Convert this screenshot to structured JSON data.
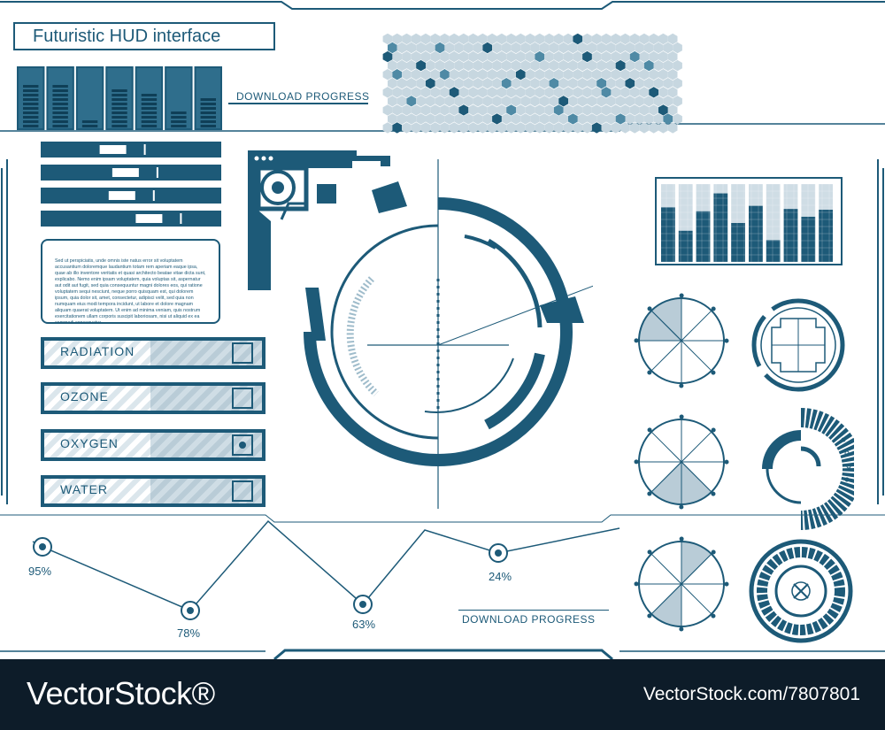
{
  "title": "Futuristic HUD interface",
  "labels": {
    "download_progress_top": "DOWNLOAD PROGRESS",
    "download_progress_bottom": "DOWNLOAD PROGRESS"
  },
  "sensors": [
    {
      "label": "RADIATION",
      "checked": false
    },
    {
      "label": "OZONE",
      "checked": false
    },
    {
      "label": "OXYGEN",
      "checked": true
    },
    {
      "label": "WATER",
      "checked": false
    }
  ],
  "text_panel": "Sed ut perspiciatis, unde omnis iste natus error sit voluptatem accusantium doloremque laudantium totam rem aperiam eaque ipsa, quae ab illo inventore veritatis et quasi architecto beatae vitae dicta sunt, explicabo. Nemo enim ipsam voluptatem, quia voluptas sit, aspernatur aut odit aut fugit, sed quia consequuntur magni dolores eos, qui ratione voluptatem sequi nesciunt, neque porro quisquam est, qui dolorem ipsum, quia dolor sit, amet, consectetur, adipisci velit, sed quia non numquam eius modi tempora incidunt, ut labore et dolore magnam aliquam quaerat voluptatem. Ut enim ad minima veniam, quis nostrum exercitationem ullam corporis suscipit laboriosam, nisi ut aliquid ex ea commodi consequatur",
  "line_chart": {
    "points": [
      {
        "label": "95%",
        "value": 95
      },
      {
        "label": "78%",
        "value": 78
      },
      {
        "label": "63%",
        "value": 63
      },
      {
        "label": "24%",
        "value": 24
      }
    ]
  },
  "level_bars": [
    0.85,
    0.8,
    0.2,
    0.75,
    0.7,
    0.3,
    0.6
  ],
  "slider_positions": [
    0.4,
    0.47,
    0.45,
    0.6
  ],
  "bar_chart_values": [
    0.7,
    0.4,
    0.65,
    0.88,
    0.5,
    0.72,
    0.28,
    0.68,
    0.58,
    0.67
  ],
  "colors": {
    "accent": "#1d5a78",
    "light": "#c7d7e0",
    "footer": "#0d1c29"
  },
  "footer": {
    "brand": "VectorStock®",
    "id": "VectorStock.com/7807801"
  }
}
